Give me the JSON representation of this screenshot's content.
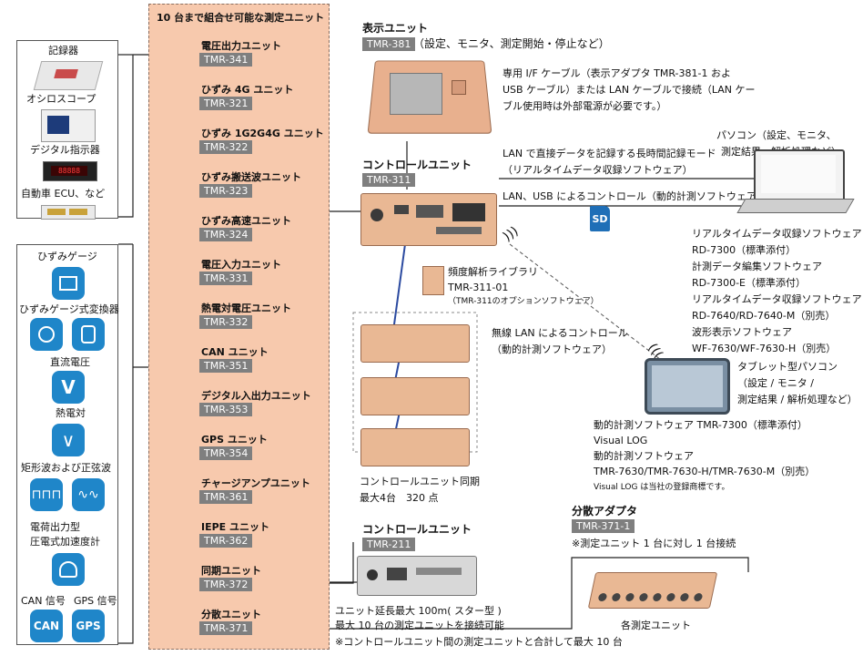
{
  "recorders_box": {
    "items": [
      "記録器",
      "オシロスコープ",
      "デジタル指示器",
      "自動車 ECU、など"
    ]
  },
  "sensors_box": {
    "items": [
      "ひずみゲージ",
      "ひずみゲージ式変換器",
      "直流電圧",
      "熱電対",
      "矩形波および正弦波",
      "電荷出力型",
      "圧電式加速度計",
      "CAN 信号",
      "GPS 信号"
    ],
    "icon_labels": {
      "can": "CAN",
      "gps": "GPS"
    },
    "icon_color": "#1f86c9"
  },
  "units_panel": {
    "title": "10 台まで組合せ可能な測定ユニット",
    "color": "#f7c9ad",
    "units": [
      {
        "name": "電圧出力ユニット",
        "code": "TMR-341"
      },
      {
        "name": "ひずみ 4G ユニット",
        "code": "TMR-321"
      },
      {
        "name": "ひずみ 1G2G4G ユニット",
        "code": "TMR-322"
      },
      {
        "name": "ひずみ搬送波ユニット",
        "code": "TMR-323"
      },
      {
        "name": "ひずみ高速ユニット",
        "code": "TMR-324"
      },
      {
        "name": "電圧入力ユニット",
        "code": "TMR-331"
      },
      {
        "name": "熱電対電圧ユニット",
        "code": "TMR-332"
      },
      {
        "name": "CAN ユニット",
        "code": "TMR-351"
      },
      {
        "name": "デジタル入出力ユニット",
        "code": "TMR-353"
      },
      {
        "name": "GPS ユニット",
        "code": "TMR-354"
      },
      {
        "name": "チャージアンプユニット",
        "code": "TMR-361"
      },
      {
        "name": "IEPE ユニット",
        "code": "TMR-362"
      },
      {
        "name": "同期ユニット",
        "code": "TMR-372"
      },
      {
        "name": "分散ユニット",
        "code": "TMR-371"
      }
    ]
  },
  "display_unit": {
    "title": "表示ユニット",
    "code": "TMR-381",
    "desc": "（設定、モニタ、測定開始・停止など）",
    "cable_note": [
      "専用 I/F ケーブル（表示アダプタ TMR-381-1 およ",
      "USB ケーブル）または LAN ケーブルで接続（LAN ケー",
      "ブル使用時は外部電源が必要です。）"
    ]
  },
  "control_unit_311": {
    "title": "コントロールユニット",
    "code": "TMR-311"
  },
  "lan_text": {
    "long_record": "LAN で直接データを記録する長時間記録モード",
    "realtime_sw": "（リアルタイムデータ収録ソフトウェア）",
    "usb_control": "LAN、USB によるコントロール（動的計測ソフトウェア）"
  },
  "sd_label": "SD",
  "pc": {
    "label": [
      "パソコン（設定、モニタ、",
      "測定結果、解析処理など）"
    ],
    "software": [
      "リアルタイムデータ収録ソフトウェア",
      "RD-7300（標準添付）",
      "計測データ編集ソフトウェア",
      "RD-7300-E（標準添付）",
      "リアルタイムデータ収録ソフトウェア",
      "RD-7640/RD-7640-M（別売）",
      "波形表示ソフトウェア",
      "WF-7630/WF-7630-H（別売）"
    ]
  },
  "freq_lib": {
    "title": "頻度解析ライブラリ",
    "code": "TMR-311-01",
    "note": "（TMR-311のオプションソフトウェア）"
  },
  "wireless": {
    "text": [
      "無線 LAN によるコントロール",
      "（動的計測ソフトウェア）"
    ]
  },
  "tablet": {
    "label": [
      "タブレット型パソコン",
      "（設定 / モニタ /",
      "測定結果 / 解析処理など）"
    ],
    "software": [
      "動的計測ソフトウェア TMR-7300（標準添付）",
      "Visual LOG",
      "動的計測ソフトウェア",
      "TMR-7630/TMR-7630-H/TMR-7630-M（別売）"
    ],
    "trademark": "Visual LOG は当社の登録商標です。"
  },
  "sync": {
    "text": [
      "コントロールユニット同期",
      "最大4台　320 点"
    ],
    "line_color": "#2b4aa0"
  },
  "control_unit_211": {
    "title": "コントロールユニット",
    "code": "TMR-211"
  },
  "dist_adapter": {
    "title": "分散アダプタ",
    "code": "TMR-371-1",
    "note": "※測定ユニット 1 台に対し 1 台接続",
    "caption": "各測定ユニット"
  },
  "bottom_notes": {
    "ext": "ユニット延長最大 100m( スター型 )",
    "max": "最大 10 台の測定ユニットを接続可能",
    "total": "※コントロールユニット間の測定ユニットと合計して最大 10 台"
  }
}
